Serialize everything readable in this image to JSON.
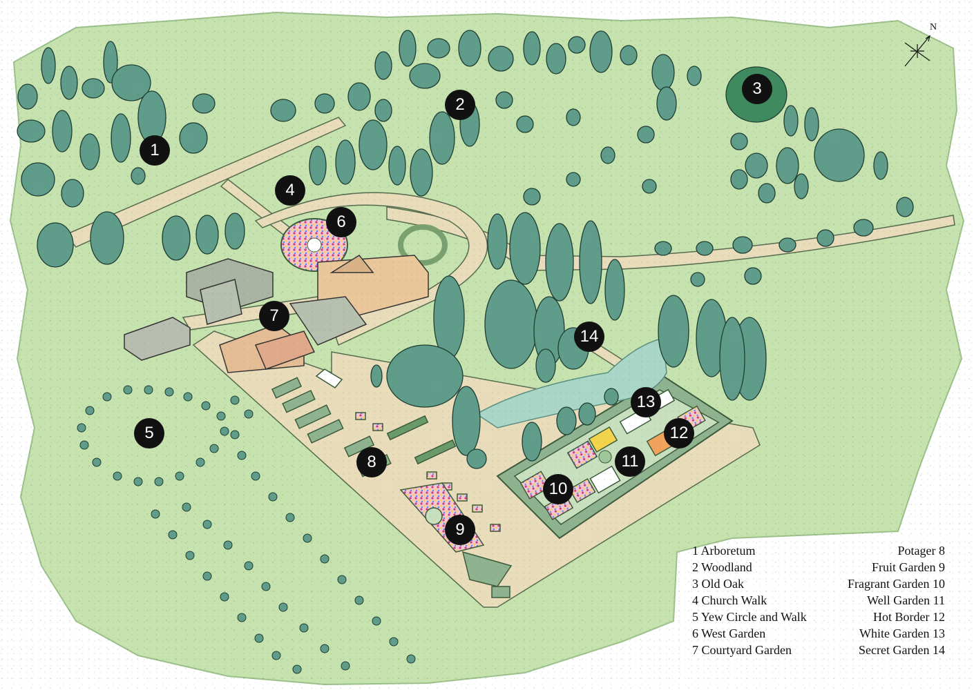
{
  "compass": {
    "north_label": "N"
  },
  "markers": [
    {
      "label": "1"
    },
    {
      "label": "2"
    },
    {
      "label": "3"
    },
    {
      "label": "4"
    },
    {
      "label": "5"
    },
    {
      "label": "6"
    },
    {
      "label": "7"
    },
    {
      "label": "8"
    },
    {
      "label": "9"
    },
    {
      "label": "10"
    },
    {
      "label": "11"
    },
    {
      "label": "12"
    },
    {
      "label": "13"
    },
    {
      "label": "14"
    }
  ],
  "legend": {
    "left": [
      "1 Arboretum",
      "2 Woodland",
      "3 Old Oak",
      "4 Church Walk",
      "5 Yew Circle and Walk",
      "6 West Garden",
      "7 Courtyard Garden"
    ],
    "right": [
      "Potager 8",
      "Fruit Garden 9",
      "Fragrant Garden 10",
      "Well Garden 11",
      "Hot Border 12",
      "White Garden 13",
      "Secret Garden 14"
    ]
  },
  "colors": {
    "grass": "#c6e2ae",
    "tree": "#5f9c89",
    "old_oak": "#3f8a5f",
    "path": "#e8dcbb",
    "hedge": "#8fb38f",
    "pond": "#a9d6c6",
    "roof": "#a9b4a3",
    "wall": "#e9c79b",
    "marker": "#111111"
  }
}
